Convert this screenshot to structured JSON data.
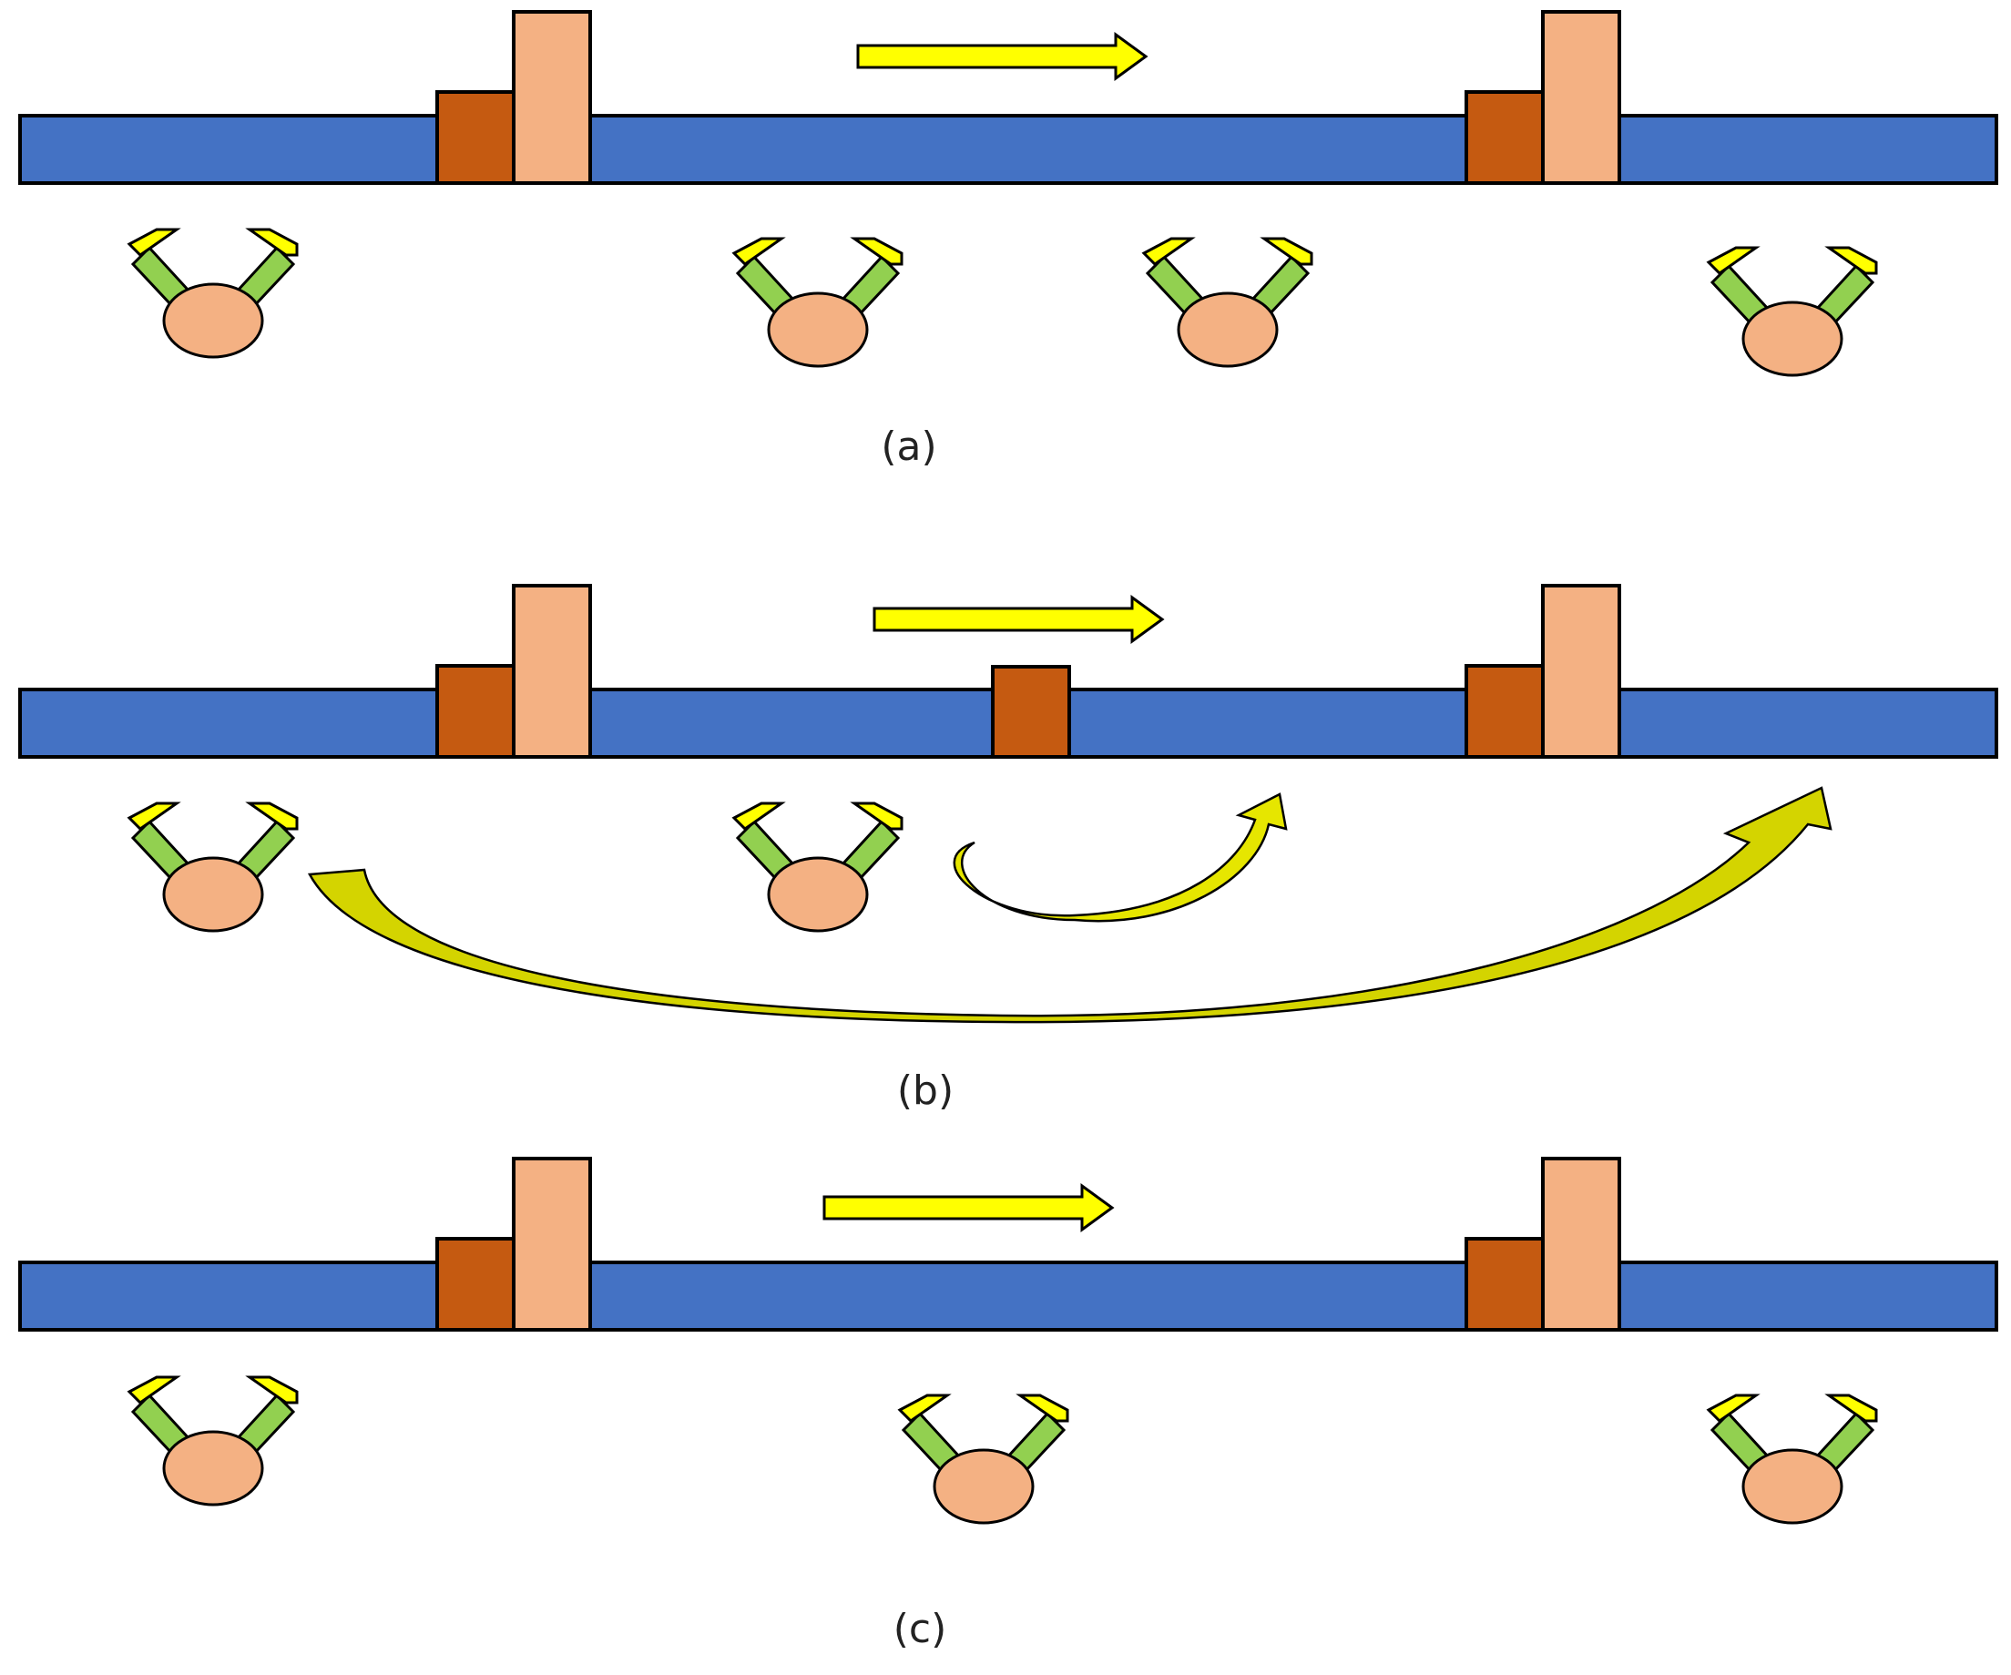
{
  "colors": {
    "belt": "#4472C4",
    "block_dark": "#C55A11",
    "block_light": "#F4B183",
    "arm_green": "#92D050",
    "gripper_yellow": "#FFFF00",
    "robot_body": "#F4B183",
    "arrow_yellow": "#FFFF00",
    "curve_arrow_dark": "#C8C800",
    "outline": "#000000"
  },
  "panels": [
    {
      "id": "a",
      "caption": "(a)",
      "robot_count": 4,
      "has_loose_block": false,
      "has_curved_arrows": false
    },
    {
      "id": "b",
      "caption": "(b)",
      "robot_count": 2,
      "has_loose_block": true,
      "has_curved_arrows": true
    },
    {
      "id": "c",
      "caption": "(c)",
      "robot_count": 3,
      "has_loose_block": false,
      "has_curved_arrows": false
    }
  ]
}
